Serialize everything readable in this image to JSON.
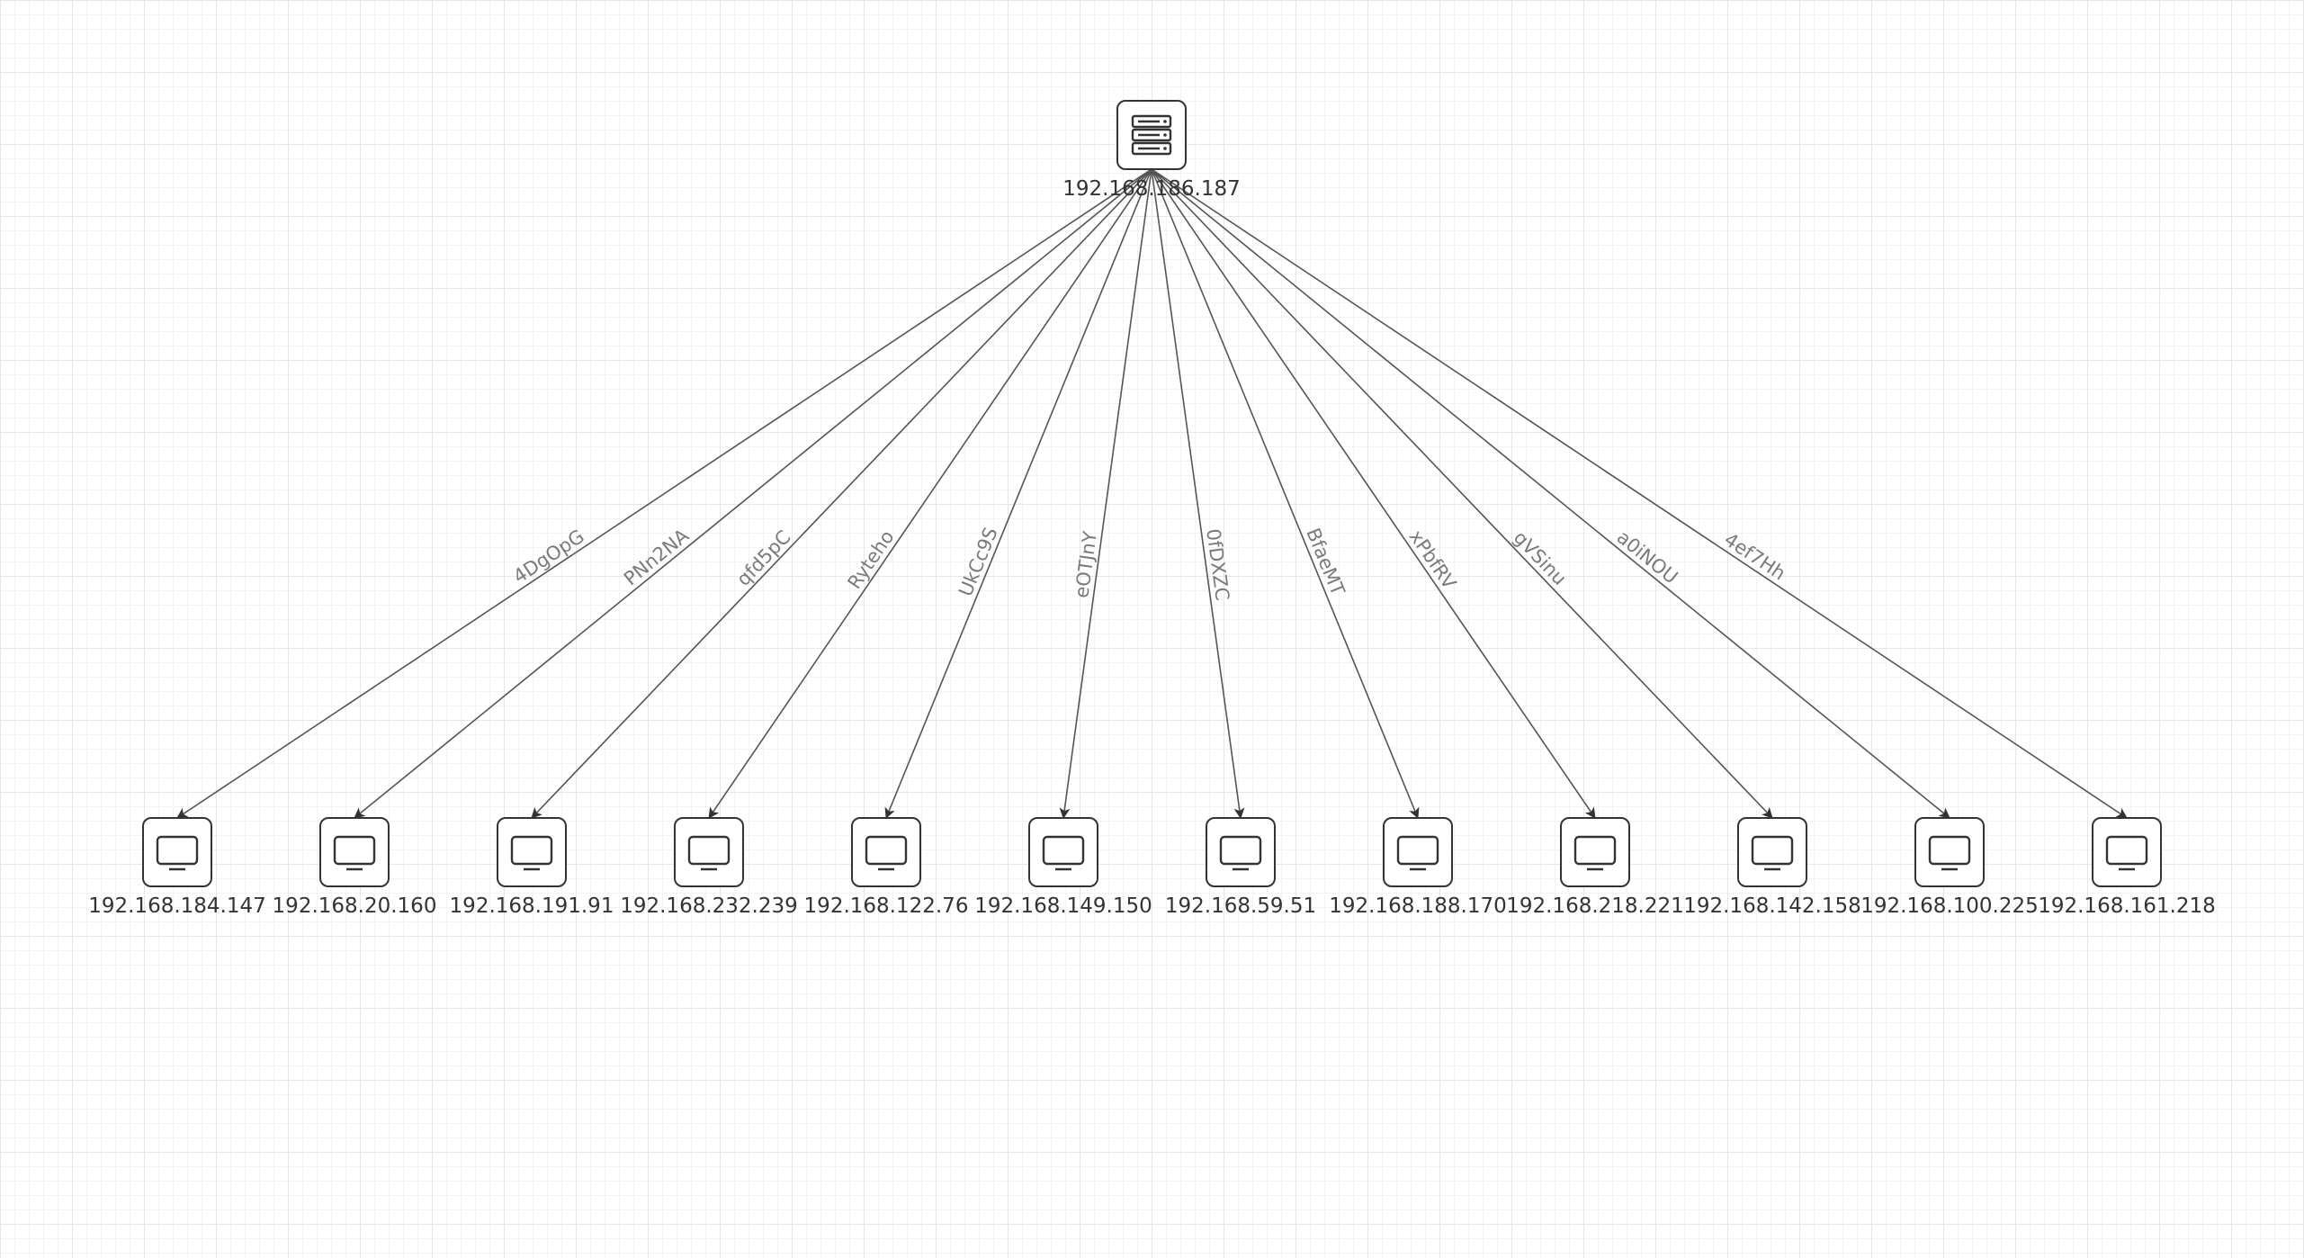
{
  "server": {
    "label": "192.168.186.187",
    "icon": "server-icon"
  },
  "clients": [
    {
      "label": "192.168.184.147",
      "edge_label": "4DgOpG",
      "icon": "monitor-icon"
    },
    {
      "label": "192.168.20.160",
      "edge_label": "PNn2NA",
      "icon": "monitor-icon"
    },
    {
      "label": "192.168.191.91",
      "edge_label": "qfd5pC",
      "icon": "monitor-icon"
    },
    {
      "label": "192.168.232.239",
      "edge_label": "Ryteho",
      "icon": "monitor-icon"
    },
    {
      "label": "192.168.122.76",
      "edge_label": "UkCc9S",
      "icon": "monitor-icon"
    },
    {
      "label": "192.168.149.150",
      "edge_label": "eOTJnY",
      "icon": "monitor-icon"
    },
    {
      "label": "192.168.59.51",
      "edge_label": "0fDXZC",
      "icon": "monitor-icon"
    },
    {
      "label": "192.168.188.170",
      "edge_label": "BfaeMT",
      "icon": "monitor-icon"
    },
    {
      "label": "192.168.218.221",
      "edge_label": "xPbfRV",
      "icon": "monitor-icon"
    },
    {
      "label": "192.168.142.158",
      "edge_label": "gVSinu",
      "icon": "monitor-icon"
    },
    {
      "label": "192.168.100.225",
      "edge_label": "a0iNOU",
      "icon": "monitor-icon"
    },
    {
      "label": "192.168.161.218",
      "edge_label": "4ef7Hh",
      "icon": "monitor-icon"
    }
  ]
}
